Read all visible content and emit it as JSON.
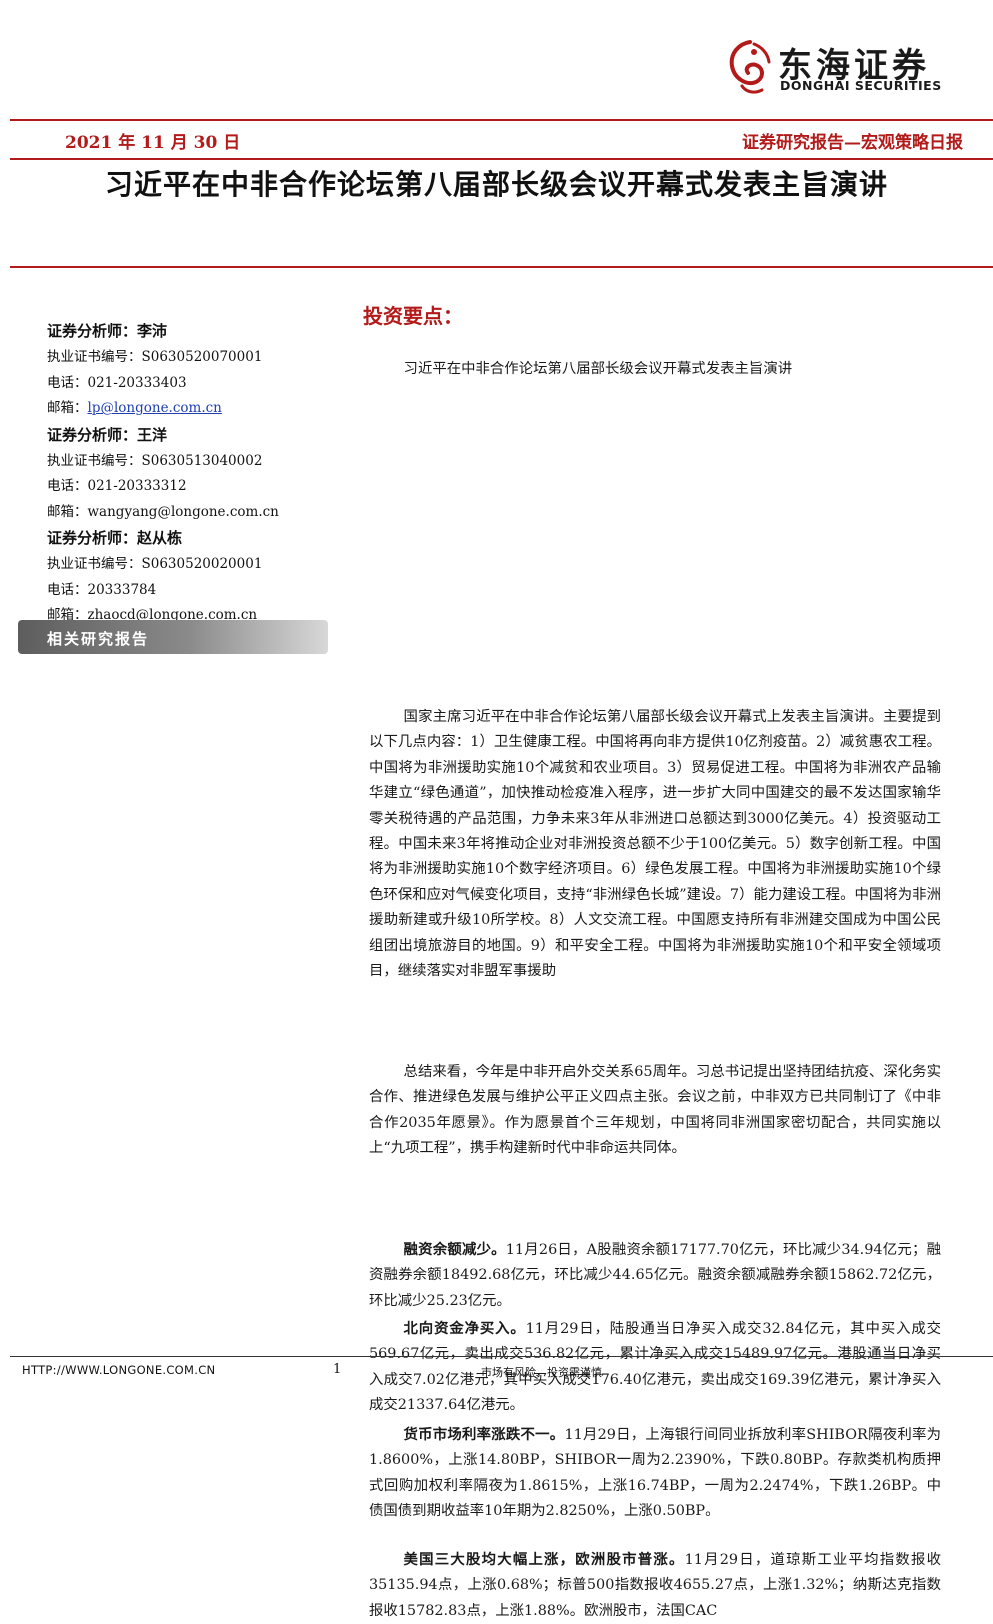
{
  "brand": {
    "name_cn": "东海证券",
    "name_en": "DONGHAI SECURITIES",
    "accent_color": "#b31b1b"
  },
  "header": {
    "date": "2021 年 11 月 30 日",
    "series": "证券研究报告—宏观策略日报"
  },
  "title": "习近平在中非合作论坛第八届部长级会议开幕式发表主旨演讲",
  "sidebar": {
    "analysts": [
      {
        "title_line": "证券分析师：李沛",
        "cert": "执业证书编号：S0630520070001",
        "phone": "电话：021-20333403",
        "email_label": "邮箱：",
        "email": "lp@longone.com.cn"
      },
      {
        "title_line": "证券分析师：王洋",
        "cert": "执业证书编号：S0630513040002",
        "phone": "电话：021-20333312",
        "email_label": "邮箱：",
        "email": "wangyang@longone.com.cn"
      },
      {
        "title_line": "证券分析师：赵从栋",
        "cert": "执业证书编号：S0630520020001",
        "phone": "电话：20333784",
        "email_label": "邮箱：",
        "email": "zhaocd@longone.com.cn"
      }
    ],
    "related_reports_label": "相关研究报告"
  },
  "main": {
    "section_title": "投资要点：",
    "subtitle": "习近平在中非合作论坛第八届部长级会议开幕式发表主旨演讲",
    "main_paragraph": "国家主席习近平在中非合作论坛第八届部长级会议开幕式上发表主旨演讲。主要提到以下几点内容：1）卫生健康工程。中国将再向非方提供10亿剂疫苗。2）减贫惠农工程。中国将为非洲援助实施10个减贫和农业项目。3）贸易促进工程。中国将为非洲农产品输华建立“绿色通道”，加快推动检疫准入程序，进一步扩大同中国建交的最不发达国家输华零关税待遇的产品范围，力争未来3年从非洲进口总额达到3000亿美元。4）投资驱动工程。中国未来3年将推动企业对非洲投资总额不少于100亿美元。5）数字创新工程。中国将为非洲援助实施10个数字经济项目。6）绿色发展工程。中国将为非洲援助实施10个绿色环保和应对气候变化项目，支持“非洲绿色长城”建设。7）能力建设工程。中国将为非洲援助新建或升级10所学校。8）人文交流工程。中国愿支持所有非洲建交国成为中国公民组团出境旅游目的地国。9）和平安全工程。中国将为非洲援助实施10个和平安全领域项目，继续落实对非盟军事援助",
    "summary_paragraph": "总结来看，今年是中非开启外交关系65周年。习总书记提出坚持团结抗疫、深化务实合作、推进绿色发展与维护公平正义四点主张。会议之前，中非双方已共同制订了《中非合作2035年愿景》。作为愿景首个三年规划，中国将同非洲国家密切配合，共同实施以上“九项工程”，携手构建新时代中非命运共同体。",
    "market_items": [
      {
        "lead": "融资余额减少。",
        "text": "11月26日，A股融资余额17177.70亿元，环比减少34.94亿元；融资融券余额18492.68亿元，环比减少44.65亿元。融资余额减融券余额15862.72亿元，环比减少25.23亿元。"
      },
      {
        "lead": "北向资金净买入。",
        "text": "11月29日，陆股通当日净买入成交32.84亿元，其中买入成交569.67亿元，卖出成交536.82亿元，累计净买入成交15489.97亿元。港股通当日净买入成交7.02亿港元，其中买入成交176.40亿港元，卖出成交169.39亿港元，累计净买入成交21337.64亿港元。"
      },
      {
        "lead": "货币市场利率涨跌不一。",
        "text": "11月29日，上海银行间同业拆放利率SHIBOR隔夜利率为1.8600%，上涨14.80BP，SHIBOR一周为2.2390%，下跌0.80BP。存款类机构质押式回购加权利率隔夜为1.8615%，上涨16.74BP，一周为2.2474%，下跌1.26BP。中债国债到期收益率10年期为2.8250%，上涨0.50BP。"
      },
      {
        "lead": "美国三大股均大幅上涨，欧洲股市普涨。",
        "text": "11月29日，道琼斯工业平均指数报收35135.94点，上涨0.68%；标普500指数报收4655.27点，上涨1.32%；纳斯达克指数报收15782.83点，上涨1.88%。欧洲股市，法国CAC"
      }
    ]
  },
  "footer": {
    "url": "HTTP://WWW.LONGONE.COM.CN",
    "page": "1",
    "disclaimer": "市场有风险，投资需谨慎"
  }
}
